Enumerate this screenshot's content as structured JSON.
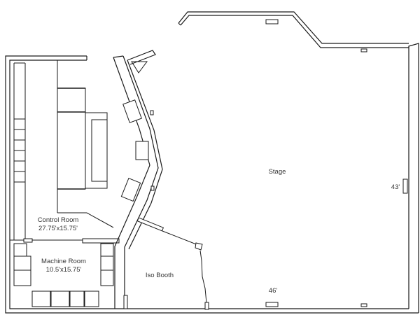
{
  "rooms": {
    "control_room": {
      "name": "Control Room",
      "size": "27.75'x15.75'"
    },
    "machine_room": {
      "name": "Machine Room",
      "size": "10.5'x15.75'"
    },
    "iso_booth": {
      "name": "Iso Booth"
    },
    "stage": {
      "name": "Stage"
    }
  },
  "dimensions": {
    "depth": "43'",
    "width": "46'"
  }
}
